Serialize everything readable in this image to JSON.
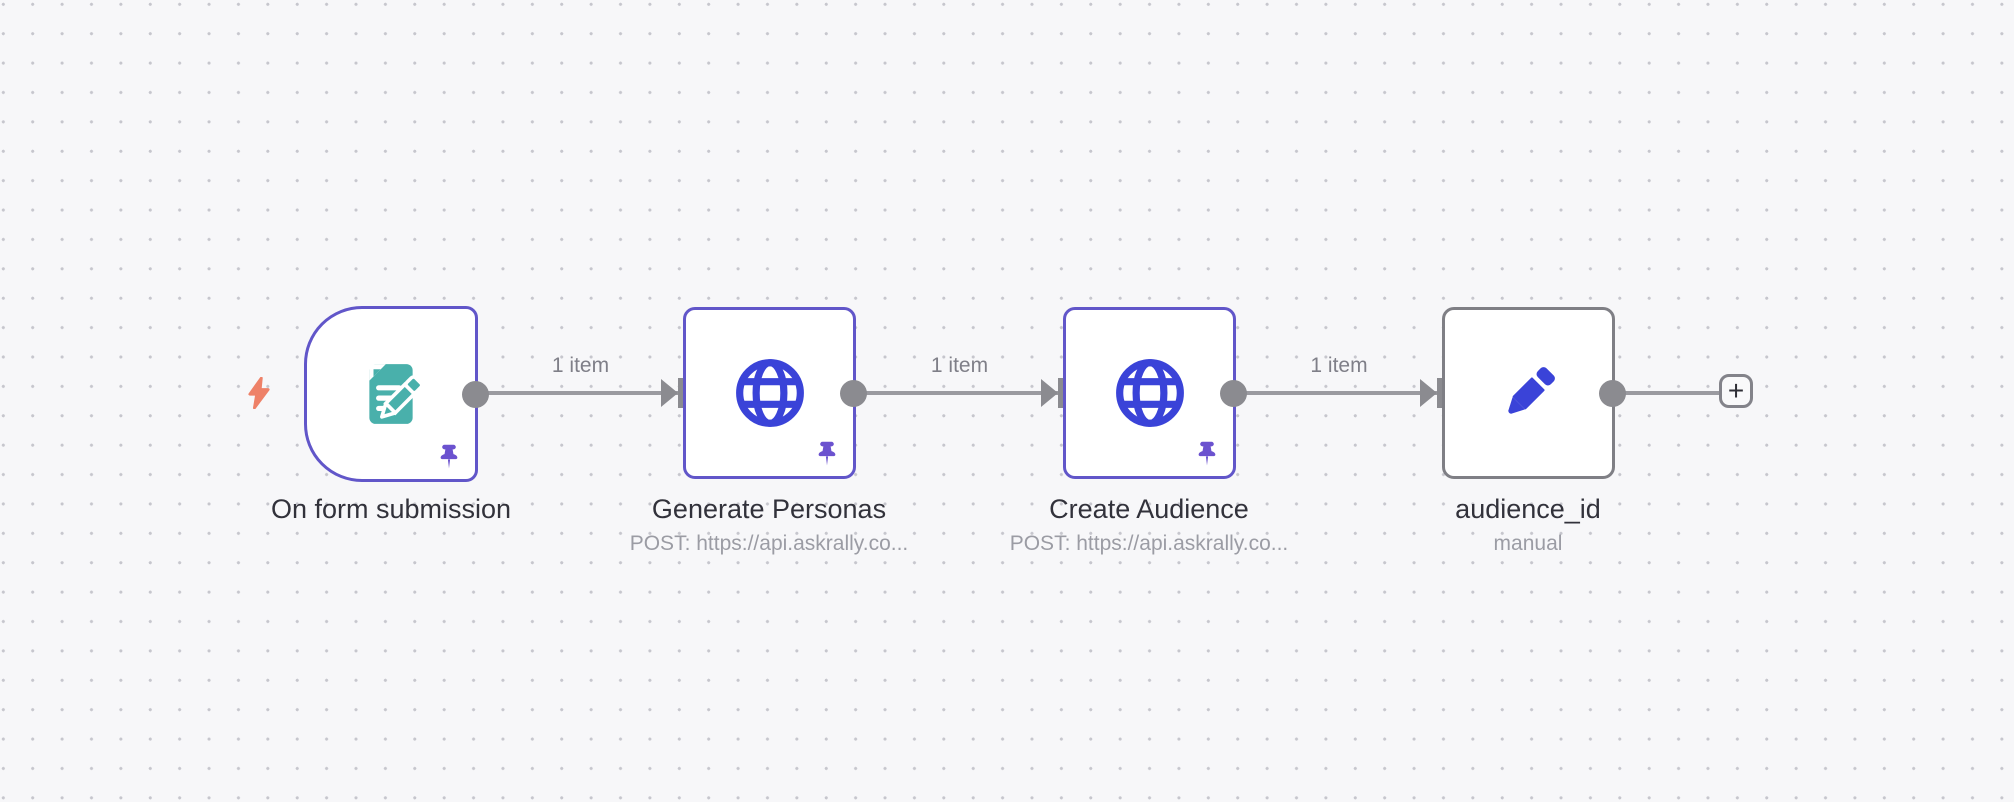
{
  "canvas": {
    "type": "workflow-editor-canvas",
    "background_color": "#f7f7f9",
    "grid_dot_color": "#c6c6cd"
  },
  "nodes": [
    {
      "title": "On form submission",
      "subtitle": "",
      "icon": "form-document-pencil-icon",
      "shape": "trigger",
      "pinned": true,
      "border_color": "#6156c9",
      "icon_color": "#49b0ab"
    },
    {
      "title": "Generate Personas",
      "subtitle": "POST: https://api.askrally.co...",
      "icon": "globe-icon",
      "shape": "square",
      "pinned": true,
      "border_color": "#6156c9",
      "icon_color": "#3a43d8"
    },
    {
      "title": "Create Audience",
      "subtitle": "POST: https://api.askrally.co...",
      "icon": "globe-icon",
      "shape": "square",
      "pinned": true,
      "border_color": "#6156c9",
      "icon_color": "#3a43d8"
    },
    {
      "title": "audience_id",
      "subtitle": "manual",
      "icon": "pencil-icon",
      "shape": "square",
      "pinned": false,
      "border_color": "#7f7f85",
      "icon_color": "#3a43d8"
    }
  ],
  "connections": [
    {
      "label": "1 item"
    },
    {
      "label": "1 item"
    },
    {
      "label": "1 item"
    },
    {
      "label": ""
    }
  ],
  "add_button": {
    "label": "+"
  },
  "colors": {
    "trigger_bolt": "#ee8168",
    "pin": "#6b52cf",
    "connector_gray": "#8b8b90",
    "line_gray": "#9a9aa0",
    "title_text": "#32323b",
    "subtitle_text": "#9b9ca4",
    "conn_label_text": "#7f7f88"
  }
}
